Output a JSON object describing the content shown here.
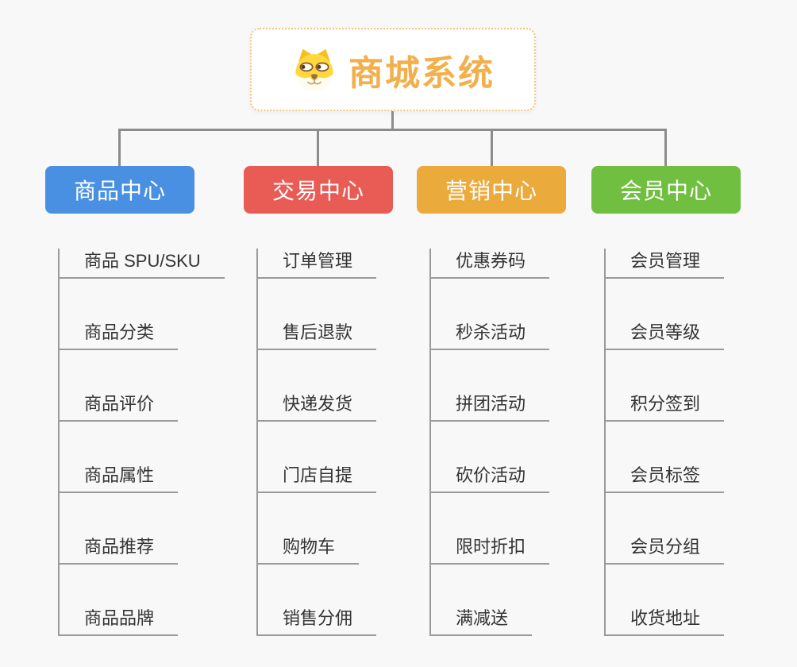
{
  "canvas": {
    "background_color": "#f8f8f8",
    "connector_color": "#8c8c8c",
    "child_line_color": "#9a9a9a"
  },
  "root": {
    "title": "商城系统",
    "title_color": "#f2b04d",
    "border_color": "#f3c379",
    "icon": "doge-face-icon"
  },
  "branches": [
    {
      "label": "商品中心",
      "color": "#4a90e2",
      "children": [
        "商品 SPU/SKU",
        "商品分类",
        "商品评价",
        "商品属性",
        "商品推荐",
        "商品品牌"
      ]
    },
    {
      "label": "交易中心",
      "color": "#e95b55",
      "children": [
        "订单管理",
        "售后退款",
        "快递发货",
        "门店自提",
        "购物车",
        "销售分佣"
      ]
    },
    {
      "label": "营销中心",
      "color": "#ebaa3c",
      "children": [
        "优惠券码",
        "秒杀活动",
        "拼团活动",
        "砍价活动",
        "限时折扣",
        "满减送"
      ]
    },
    {
      "label": "会员中心",
      "color": "#70bf40",
      "children": [
        "会员管理",
        "会员等级",
        "积分签到",
        "会员标签",
        "会员分组",
        "收货地址"
      ]
    }
  ]
}
